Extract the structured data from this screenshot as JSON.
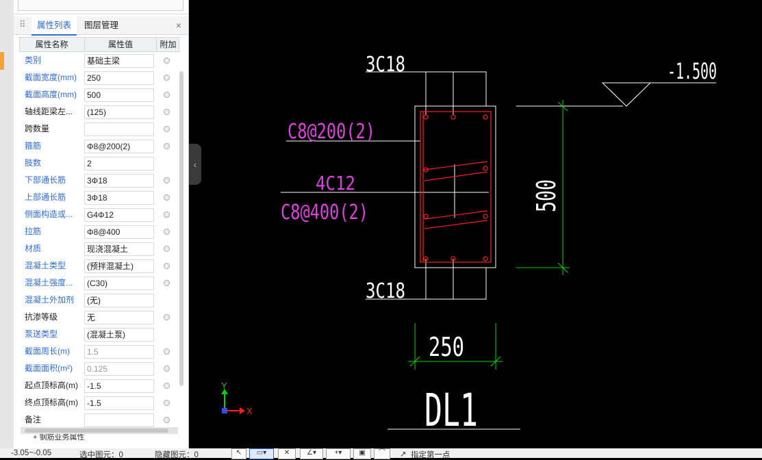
{
  "panel": {
    "tabs": [
      "属性列表",
      "图层管理"
    ],
    "close_icon": "×",
    "headers": {
      "name": "属性名称",
      "value": "属性值",
      "extra": "附加"
    },
    "rows": [
      {
        "name": "类别",
        "value": "基础主梁",
        "color": "blue",
        "readonly": false,
        "check": true
      },
      {
        "name": "截面宽度(mm)",
        "value": "250",
        "color": "blue",
        "readonly": false,
        "check": true
      },
      {
        "name": "截面高度(mm)",
        "value": "500",
        "color": "blue",
        "readonly": false,
        "check": true
      },
      {
        "name": "轴线距梁左...",
        "value": "(125)",
        "color": "dark",
        "readonly": false,
        "check": true
      },
      {
        "name": "跨数量",
        "value": "",
        "color": "dark",
        "readonly": false,
        "check": true
      },
      {
        "name": "箍筋",
        "value": "Φ8@200(2)",
        "color": "blue",
        "readonly": false,
        "check": true
      },
      {
        "name": "肢数",
        "value": "2",
        "color": "blue",
        "readonly": false,
        "check": false
      },
      {
        "name": "下部通长筋",
        "value": "3Φ18",
        "color": "blue",
        "readonly": false,
        "check": true
      },
      {
        "name": "上部通长筋",
        "value": "3Φ18",
        "color": "blue",
        "readonly": false,
        "check": true
      },
      {
        "name": "侧面构造或...",
        "value": "G4Φ12",
        "color": "blue",
        "readonly": false,
        "check": true
      },
      {
        "name": "拉筋",
        "value": "Φ8@400",
        "color": "blue",
        "readonly": false,
        "check": true
      },
      {
        "name": "材质",
        "value": "现浇混凝土",
        "color": "blue",
        "readonly": false,
        "check": true
      },
      {
        "name": "混凝土类型",
        "value": "(预拌混凝土)",
        "color": "blue",
        "readonly": false,
        "check": true
      },
      {
        "name": "混凝土强度...",
        "value": "(C30)",
        "color": "blue",
        "readonly": false,
        "check": true
      },
      {
        "name": "混凝土外加剂",
        "value": "(无)",
        "color": "blue",
        "readonly": false,
        "check": false
      },
      {
        "name": "抗渗等级",
        "value": "无",
        "color": "dark",
        "readonly": false,
        "check": true
      },
      {
        "name": "泵送类型",
        "value": "(混凝土泵)",
        "color": "blue",
        "readonly": false,
        "check": false
      },
      {
        "name": "截面周长(m)",
        "value": "1.5",
        "color": "blue",
        "readonly": true,
        "check": true
      },
      {
        "name": "截面面积(m²)",
        "value": "0.125",
        "color": "blue",
        "readonly": true,
        "check": true
      },
      {
        "name": "起点顶标高(m)",
        "value": "-1.5",
        "color": "dark",
        "readonly": false,
        "check": true
      },
      {
        "name": "终点顶标高(m)",
        "value": "-1.5",
        "color": "dark",
        "readonly": false,
        "check": true
      },
      {
        "name": "备注",
        "value": "",
        "color": "dark",
        "readonly": false,
        "check": true
      }
    ],
    "bottom_partial": "+ 钢筋业务属性"
  },
  "cad": {
    "top_rebar": "3C18",
    "bottom_rebar": "3C18",
    "stirrup": "C8@200(2)",
    "side_bars": "4C12",
    "tie": "C8@400(2)",
    "elevation": "-1.500",
    "height_dim": "500",
    "width_dim": "250",
    "beam_name": "DL1",
    "axis_x": "X",
    "axis_y": "Y"
  },
  "status": {
    "range": "-3.05~-0.05",
    "selected": "选中图元：0",
    "hidden": "隐藏图元：0",
    "prompt": "指定第一点"
  },
  "colors": {
    "link_blue": "#2d6bd8",
    "cad_white": "#ffffff",
    "cad_magenta": "#e040e0",
    "cad_red": "#ff1f1f",
    "cad_green": "#00d400"
  }
}
